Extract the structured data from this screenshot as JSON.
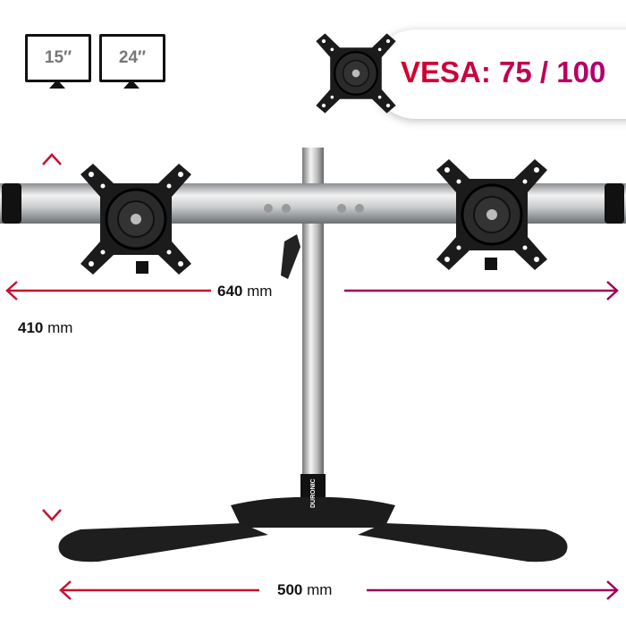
{
  "monitor_sizes": [
    {
      "label": "15″"
    },
    {
      "label": "24″"
    }
  ],
  "vesa": {
    "label": "VESA: 75 / 100",
    "colors": [
      "#d6002a",
      "#b1006b"
    ]
  },
  "dimensions": {
    "height": {
      "value": "410",
      "unit": "mm"
    },
    "width": {
      "value": "640",
      "unit": "mm"
    },
    "base": {
      "value": "500",
      "unit": "mm"
    }
  },
  "brand_logo": "DURONIC",
  "icons": [
    "monitor-icon",
    "vesa-plate-icon",
    "dimension-arrow"
  ]
}
